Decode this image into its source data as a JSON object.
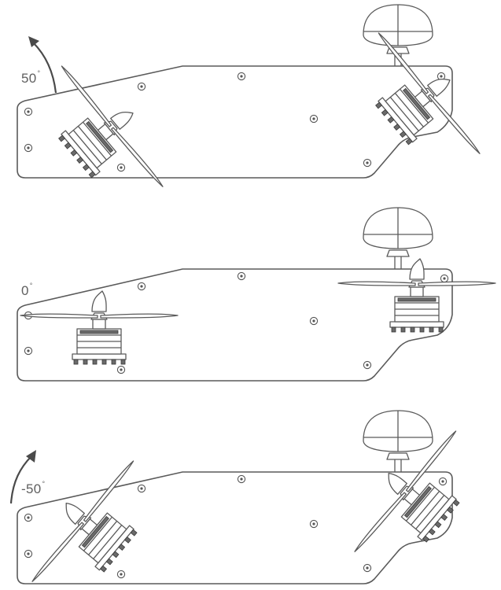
{
  "panels": [
    {
      "id": "top",
      "angle_text": "50",
      "degree_symbol": "°",
      "tilt_deg": 50
    },
    {
      "id": "middle",
      "angle_text": "0",
      "degree_symbol": "°",
      "tilt_deg": 0
    },
    {
      "id": "bottom",
      "angle_text": "-50",
      "degree_symbol": "°",
      "tilt_deg": -50
    }
  ],
  "colors": {
    "outline": "#5a5a5a",
    "label": "#5f5f5f",
    "background": "#ffffff"
  },
  "icons": [
    "rotation-arrow-icon",
    "gps-antenna-icon",
    "motor-icon",
    "propeller-icon",
    "mounting-hole-icon"
  ]
}
